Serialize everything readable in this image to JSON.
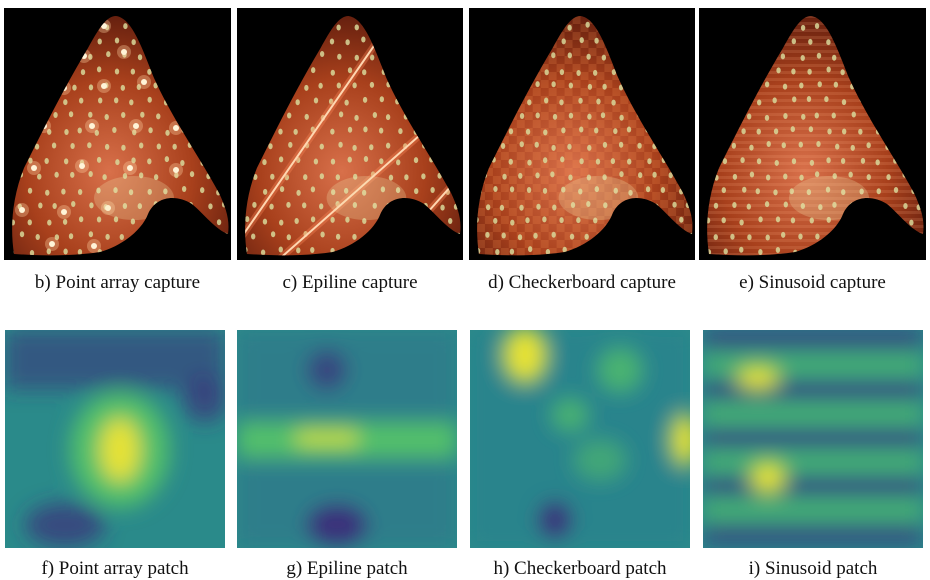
{
  "figure": {
    "captures": [
      {
        "id": "b",
        "caption": "b) Point array capture",
        "pattern": "point-array"
      },
      {
        "id": "c",
        "caption": "c) Epiline capture",
        "pattern": "epiline"
      },
      {
        "id": "d",
        "caption": "d) Checkerboard capture",
        "pattern": "checkerboard"
      },
      {
        "id": "e",
        "caption": "e) Sinusoid capture",
        "pattern": "sinusoid"
      }
    ],
    "patches": [
      {
        "id": "f",
        "caption": "f) Point array patch",
        "pattern": "point-array"
      },
      {
        "id": "g",
        "caption": "g) Epiline patch",
        "pattern": "epiline"
      },
      {
        "id": "h",
        "caption": "h) Checkerboard patch",
        "pattern": "checkerboard"
      },
      {
        "id": "i",
        "caption": "i) Sinusoid patch",
        "pattern": "sinusoid"
      }
    ],
    "colors": {
      "photo_background": "#000000",
      "skin_dark": "#5a1a0c",
      "skin_mid": "#a8401c",
      "skin_light": "#d8704a",
      "seed": "#d8d89a",
      "patch_dark": "#3b2f7a",
      "patch_mid": "#2a8a8a",
      "patch_light": "#52c06a",
      "patch_bright": "#e6e235"
    }
  }
}
